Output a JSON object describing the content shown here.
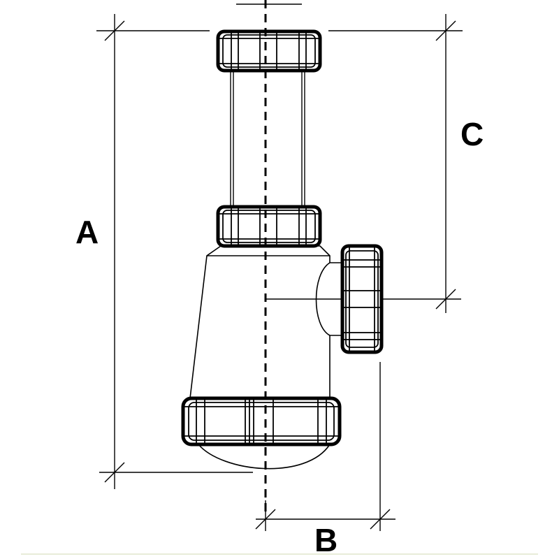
{
  "diagram": {
    "dimensions": {
      "a": {
        "label": "A"
      },
      "b": {
        "label": "B"
      },
      "c": {
        "label": "C"
      }
    },
    "colors": {
      "line": "#000000",
      "background": "#ffffff",
      "floor": "#e8ecd8"
    }
  }
}
